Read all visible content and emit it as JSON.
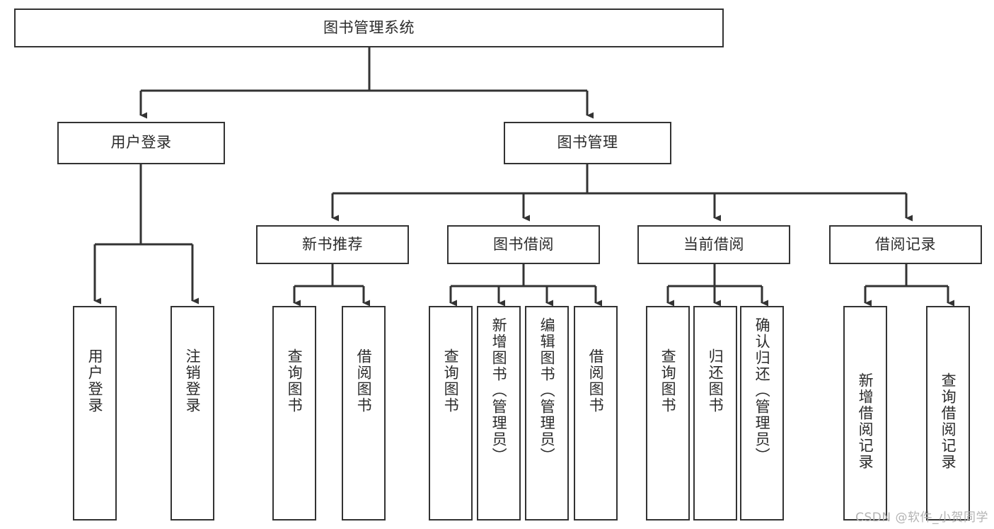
{
  "diagram": {
    "type": "tree-hierarchy-chart",
    "title": "图书管理系统",
    "line_color": "#333333",
    "box_fill": "#ffffff",
    "text_color": "#2b2b2b",
    "root": {
      "id": "root",
      "label": "图书管理系统",
      "orientation": "horizontal"
    },
    "level2": [
      {
        "id": "user-login",
        "label": "用户登录",
        "orientation": "horizontal"
      },
      {
        "id": "book-manage",
        "label": "图书管理",
        "orientation": "horizontal"
      }
    ],
    "level3": [
      {
        "id": "new-book-recommend",
        "label": "新书推荐",
        "orientation": "horizontal",
        "parent": "book-manage"
      },
      {
        "id": "book-borrow",
        "label": "图书借阅",
        "orientation": "horizontal",
        "parent": "book-manage"
      },
      {
        "id": "current-borrow",
        "label": "当前借阅",
        "orientation": "horizontal",
        "parent": "book-manage"
      },
      {
        "id": "borrow-record",
        "label": "借阅记录",
        "orientation": "horizontal",
        "parent": "book-manage"
      }
    ],
    "leaves": [
      {
        "id": "leaf-user-login",
        "label": "用户登录",
        "parent": "user-login"
      },
      {
        "id": "leaf-user-logout",
        "label": "注销登录",
        "parent": "user-login"
      },
      {
        "id": "leaf-query-book-1",
        "label": "查询图书",
        "parent": "new-book-recommend"
      },
      {
        "id": "leaf-borrow-book-1",
        "label": "借阅图书",
        "parent": "new-book-recommend"
      },
      {
        "id": "leaf-query-book-2",
        "label": "查询图书",
        "parent": "book-borrow"
      },
      {
        "id": "leaf-add-book",
        "label": "新增图书（管理员）",
        "parent": "book-borrow"
      },
      {
        "id": "leaf-edit-book",
        "label": "编辑图书（管理员）",
        "parent": "book-borrow"
      },
      {
        "id": "leaf-borrow-book-2",
        "label": "借阅图书",
        "parent": "book-borrow"
      },
      {
        "id": "leaf-query-book-3",
        "label": "查询图书",
        "parent": "current-borrow"
      },
      {
        "id": "leaf-return-book",
        "label": "归还图书",
        "parent": "current-borrow"
      },
      {
        "id": "leaf-confirm-return",
        "label": "确认归还（管理员）",
        "parent": "current-borrow"
      },
      {
        "id": "leaf-add-record",
        "label": "新增借阅记录",
        "parent": "borrow-record"
      },
      {
        "id": "leaf-query-record",
        "label": "查询借阅记录",
        "parent": "borrow-record"
      }
    ]
  },
  "watermark": {
    "text": "CSDN @软件_小贺同学"
  }
}
